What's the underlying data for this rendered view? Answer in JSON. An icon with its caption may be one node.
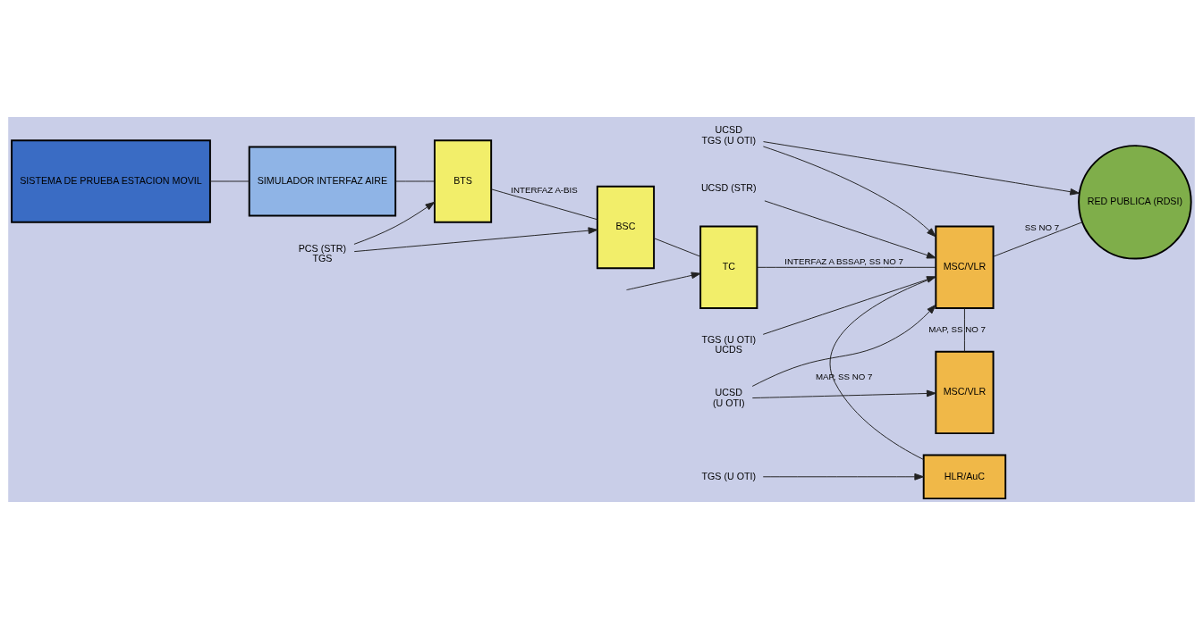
{
  "diagram": {
    "nodes": [
      {
        "text": [
          "SISTEMA DE PRUEBA ESTACION MOVIL"
        ]
      },
      {
        "text": [
          "SIMULADOR INTERFAZ AIRE"
        ]
      },
      {
        "text": [
          "BTS"
        ]
      },
      {
        "text": [
          "BSC"
        ]
      },
      {
        "text": [
          "TC"
        ]
      },
      {
        "text": [
          "MSC/VLR"
        ]
      },
      {
        "text": [
          "HLR/AuC"
        ]
      },
      {
        "text": [
          "RED PUBLICA (RDSI)"
        ]
      },
      {
        "text": [
          "MSC/VLR"
        ]
      },
      {
        "text": [
          "PCS (STR)",
          "TGS"
        ]
      },
      {
        "text": [
          "TGS (U OTI)",
          "UCDS"
        ]
      },
      {
        "text": [
          "TGS (U OTI)"
        ]
      },
      {
        "text": [
          "UCSD (STR)"
        ]
      },
      {
        "text": [
          "UCSD",
          "TGS (U OTI)"
        ]
      },
      {
        "text": [
          "UCSD",
          "(U OTI)"
        ]
      }
    ],
    "edges": [
      {
        "from": 0,
        "to": 1,
        "arrow": "none"
      },
      {
        "from": 1,
        "to": 2,
        "arrow": "none"
      },
      {
        "from": 2,
        "to": 3,
        "arrow": "none",
        "label": "INTERFAZ A-BIS"
      },
      {
        "from": 3,
        "to": 4,
        "arrow": "none"
      },
      {
        "from": 4,
        "to": 5,
        "arrow": "none",
        "label": "INTERFAZ A BSSAP, SS NO 7"
      },
      {
        "from": 5,
        "to": 7,
        "arrow": "none",
        "label": "SS NO 7"
      },
      {
        "from": 5,
        "to": 6,
        "arrow": "none",
        "label": "MAP, SS NO 7"
      },
      {
        "from": 5,
        "to": 8,
        "arrow": "none",
        "label": "MAP, SS NO 7"
      },
      {
        "from": 9,
        "to": 2,
        "arrow": "to"
      },
      {
        "from": 9,
        "to": 3,
        "arrow": "to"
      },
      {
        "from": null,
        "to": 4,
        "arrow": "to"
      },
      {
        "from": 10,
        "to": 5,
        "arrow": "to"
      },
      {
        "from": 11,
        "to": 6,
        "arrow": "to"
      },
      {
        "from": 12,
        "to": 5,
        "arrow": "to"
      },
      {
        "from": 13,
        "to": 5,
        "arrow": "to"
      },
      {
        "from": 13,
        "to": 7,
        "arrow": "to"
      },
      {
        "from": 14,
        "to": 5,
        "arrow": "to"
      },
      {
        "from": 14,
        "to": 8,
        "arrow": "to"
      }
    ]
  }
}
